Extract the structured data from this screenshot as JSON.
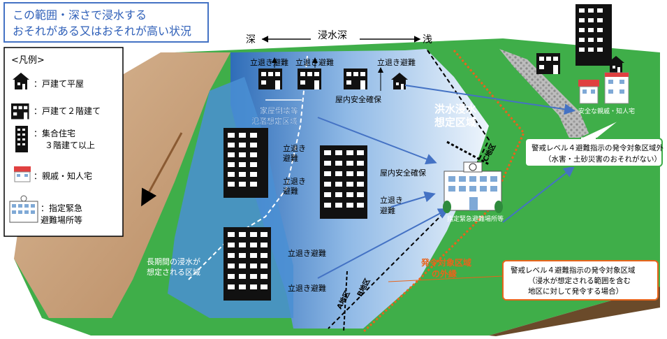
{
  "title_box": {
    "line1": "この範囲・深さで浸水する",
    "line2": "おそれがある又はおそれが高い状況"
  },
  "depth_scale": {
    "deep": "深",
    "label": "浸水深",
    "shallow": "浅"
  },
  "legend": {
    "title": "<凡例>",
    "items": [
      {
        "icon": "single-story-house-icon",
        "label": "：戸建て平屋"
      },
      {
        "icon": "two-story-house-icon",
        "label": "：戸建て２階建て"
      },
      {
        "icon": "apartment-icon",
        "label_line1": "：集合住宅",
        "label_line2": "３階建て以上"
      },
      {
        "icon": "relative-house-icon",
        "label": "：親戚・知人宅"
      },
      {
        "icon": "evacuation-shelter-icon",
        "label_line1": "：指定緊急",
        "label_line2": "避難場所等"
      }
    ]
  },
  "labels": {
    "evac_1": "立退き避難",
    "evac_2": "立退き避難",
    "evac_3": "立退き避難",
    "indoor_safety_top": "屋内安全確保",
    "collapse_zone_1": "家屋倒壊等",
    "collapse_zone_2": "氾濫想定区域",
    "flood_zone_1": "洪水浸水",
    "flood_zone_2": "想定区域",
    "apt1_evac_top_1": "立退き",
    "apt1_evac_top_2": "避難",
    "apt1_evac_bot_1": "立退き",
    "apt1_evac_bot_2": "避難",
    "apt2_indoor": "屋内安全確保",
    "apt2_evac_1": "立退き",
    "apt2_evac_2": "避難",
    "long_flood_1": "長期間の浸水が",
    "long_flood_2": "想定される区域",
    "apt3_evac_top": "立退き避難",
    "apt3_evac_bot": "立退き避難",
    "district_a": "A地区",
    "district_b": "B地区",
    "district_c": "C地区",
    "shelter": "指定緊急避難場所等",
    "safe_relatives": "安全な親戚・知人宅",
    "outer_line_1": "発令対象区域",
    "outer_line_2": "の外縁"
  },
  "callout_green": {
    "line1": "警戒レベル４避難指示の発令対象区域外",
    "line2": "（水害・土砂災害のおそれがない）"
  },
  "callout_orange": {
    "line1": "警戒レベル４避難指示の発令対象区域",
    "line2": "（浸水が想定される範囲を含む",
    "line3": "地区に対して発令する場合）"
  },
  "colors": {
    "title_border": "#4472c4",
    "title_text": "#2e5fb8",
    "flood_label": "#ffffff",
    "outer_line": "#e8641b",
    "ground_green": "#3fae49",
    "river_brown": "#c9a27e",
    "deep_water": "#4a8fd4",
    "callout_green_border": "#3fae49",
    "callout_orange_border": "#e8641b",
    "arrow_blue": "#4472c4"
  }
}
